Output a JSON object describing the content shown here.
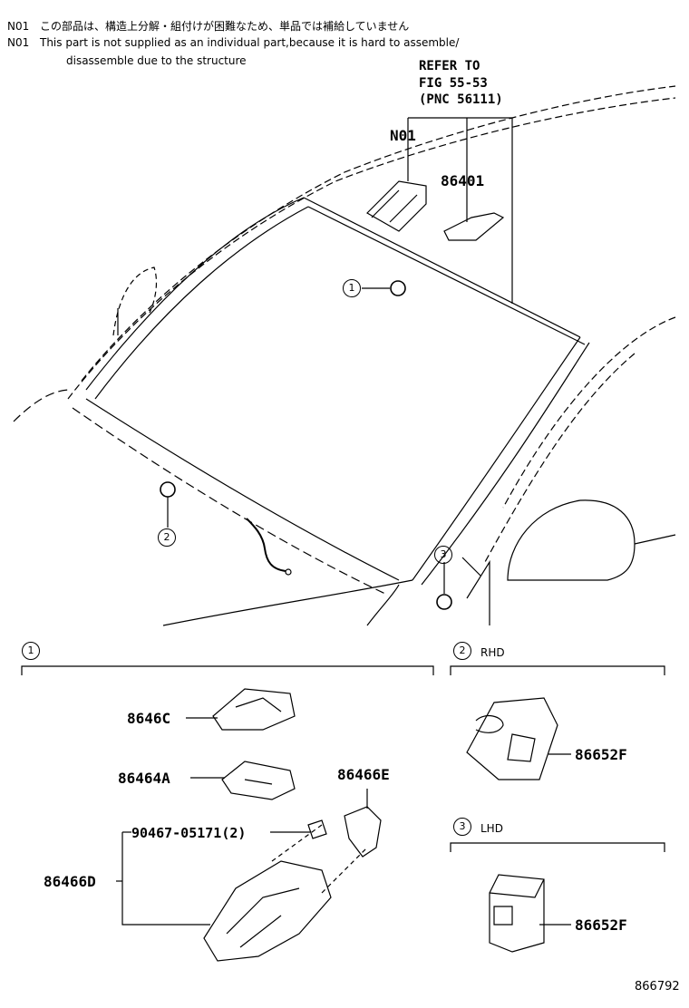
{
  "notes": [
    {
      "tag": "N01",
      "text": "この部品は、構造上分解・組付けが困難なため、単品では補給していません"
    },
    {
      "tag": "N01",
      "text": "This part is not supplied as an individual part,because it is hard to assemble/"
    },
    {
      "tag": "",
      "text": "disassemble due to the structure"
    }
  ],
  "refer": {
    "line1": "REFER TO",
    "line2": "FIG 55-53",
    "line3": "(PNC 56111)"
  },
  "callouts": {
    "n01": "N01",
    "p86401": "86401",
    "p8646c": "8646C",
    "p86464a": "86464A",
    "p86466e": "86466E",
    "p90467": "90467-05171(2)",
    "p86466d": "86466D",
    "p86652f_rhd": "86652F",
    "p86652f_lhd": "86652F"
  },
  "markers": {
    "m1": "1",
    "m2": "2",
    "m3": "3"
  },
  "sections": {
    "s1": {
      "num": "1",
      "label": ""
    },
    "s2": {
      "num": "2",
      "label": "RHD"
    },
    "s3": {
      "num": "3",
      "label": "LHD"
    }
  },
  "diagram_id": "866792"
}
